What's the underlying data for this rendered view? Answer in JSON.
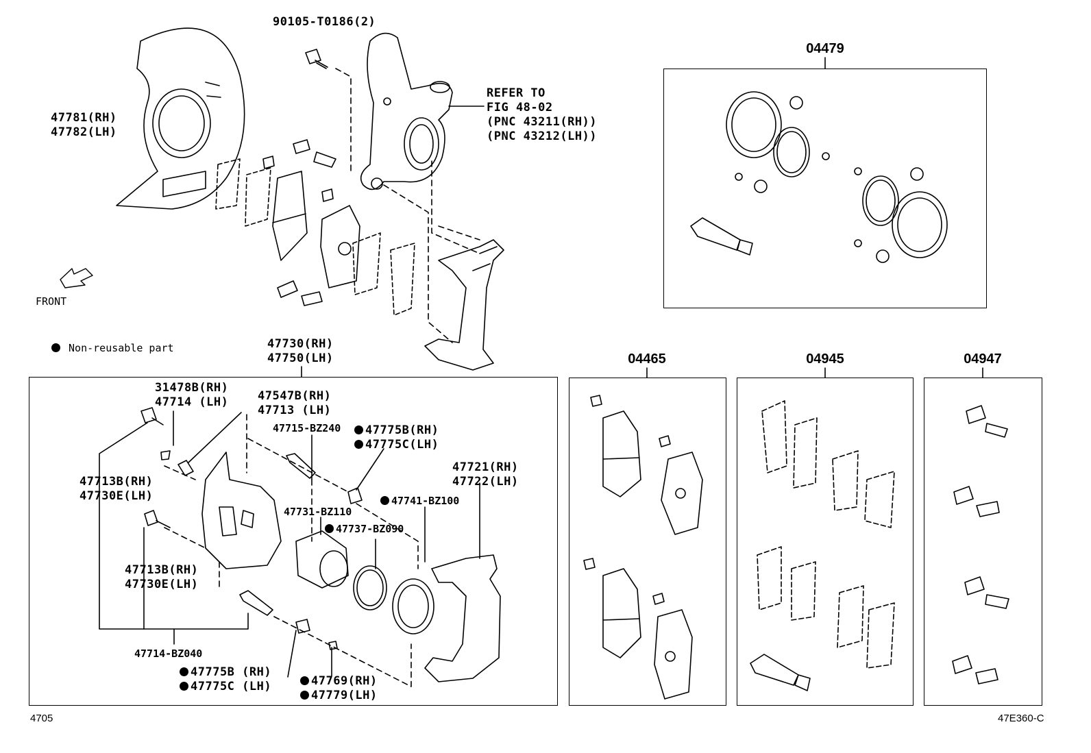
{
  "labels": {
    "knuckle_bolt": "90105-T0186(2)",
    "dust_cover_rh": "47781(RH)",
    "dust_cover_lh": "47782(LH)",
    "refer_1": "REFER TO",
    "refer_2": "FIG 48-02",
    "refer_3": "(PNC 43211(RH))",
    "refer_4": "(PNC 43212(LH))",
    "front": "FRONT",
    "legend": "Non-reusable part",
    "caliper_rh": "47730(RH)",
    "caliper_lh": "47750(LH)",
    "p31478b": "31478B(RH)",
    "p47714": "47714 (LH)",
    "p47547b": "47547B(RH)",
    "p47713": "47713  (LH)",
    "p47715": "47715-BZ240",
    "p47775b_top": "47775B(RH)",
    "p47775c_top": "47775C(LH)",
    "p47713b_a": "47713B(RH)",
    "p47730e_a": "47730E(LH)",
    "p47721": "47721(RH)",
    "p47722": "47722(LH)",
    "p47731": "47731-BZ110",
    "p47741": "47741-BZ100",
    "p47737": "47737-BZ090",
    "p47713b_b": "47713B(RH)",
    "p47730e_b": "47730E(LH)",
    "p47714bz": "47714-BZ040",
    "p47775b_bot": "47775B (RH)",
    "p47775c_bot": "47775C (LH)",
    "p47769": "47769(RH)",
    "p47779": "47779(LH)",
    "page_no": "4705",
    "fig_code": "47E360-C"
  },
  "kits": {
    "k04479": "04479",
    "k04465": "04465",
    "k04945": "04945",
    "k04947": "04947"
  }
}
